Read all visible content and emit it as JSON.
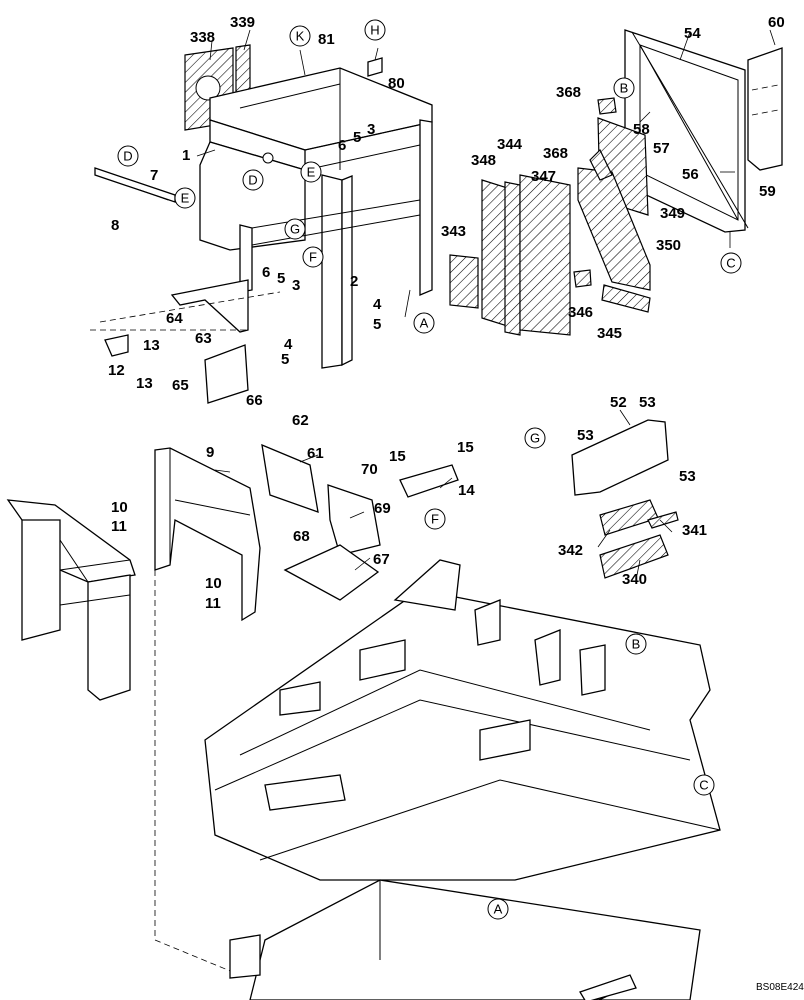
{
  "diagram": {
    "drawing_code": "BS08E424",
    "part_numbers": [
      "338",
      "339",
      "81",
      "80",
      "1",
      "6",
      "5",
      "3",
      "7",
      "8",
      "2",
      "4",
      "5",
      "4",
      "5",
      "6",
      "5",
      "3",
      "64",
      "63",
      "12",
      "13",
      "13",
      "65",
      "66",
      "54",
      "60",
      "368",
      "58",
      "57",
      "368",
      "344",
      "348",
      "347",
      "56",
      "59",
      "349",
      "343",
      "350",
      "346",
      "345",
      "62",
      "9",
      "61",
      "70",
      "15",
      "15",
      "14",
      "10",
      "11",
      "69",
      "68",
      "67",
      "10",
      "11",
      "52",
      "53",
      "53",
      "53",
      "341",
      "342",
      "340"
    ],
    "reference_letters": [
      "K",
      "H",
      "D",
      "E",
      "E",
      "D",
      "G",
      "F",
      "A",
      "B",
      "C",
      "G",
      "F",
      "B",
      "C",
      "A"
    ]
  }
}
